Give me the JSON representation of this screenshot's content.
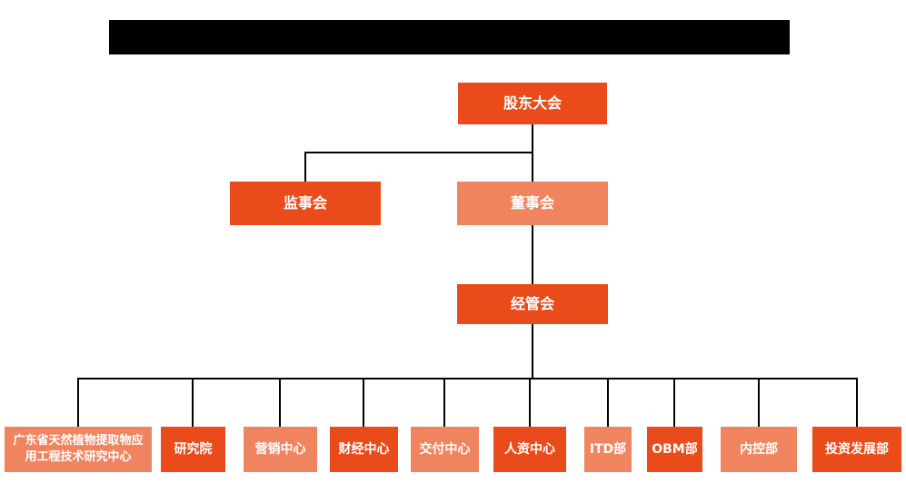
{
  "colors": {
    "primary_box": "#e94c1a",
    "secondary_box": "#f0845f",
    "connector": "#000000",
    "title_bar_bg": "#000000",
    "box_text": "#ffffff",
    "background": "#ffffff"
  },
  "org_chart": {
    "type": "org-tree",
    "root": {
      "label": "股东大会",
      "variant": "primary"
    },
    "level2": [
      {
        "label": "监事会",
        "variant": "primary"
      },
      {
        "label": "董事会",
        "variant": "secondary"
      }
    ],
    "level3": {
      "label": "经管会",
      "variant": "primary",
      "parent": "董事会"
    },
    "departments": [
      {
        "label": "广东省天然植物提取物应用工程技术研究中心",
        "variant": "secondary"
      },
      {
        "label": "研究院",
        "variant": "primary"
      },
      {
        "label": "营销中心",
        "variant": "secondary"
      },
      {
        "label": "财经中心",
        "variant": "primary"
      },
      {
        "label": "交付中心",
        "variant": "secondary"
      },
      {
        "label": "人资中心",
        "variant": "primary"
      },
      {
        "label": "ITD部",
        "variant": "secondary"
      },
      {
        "label": "OBM部",
        "variant": "primary"
      },
      {
        "label": "内控部",
        "variant": "secondary"
      },
      {
        "label": "投资发展部",
        "variant": "primary"
      }
    ]
  }
}
